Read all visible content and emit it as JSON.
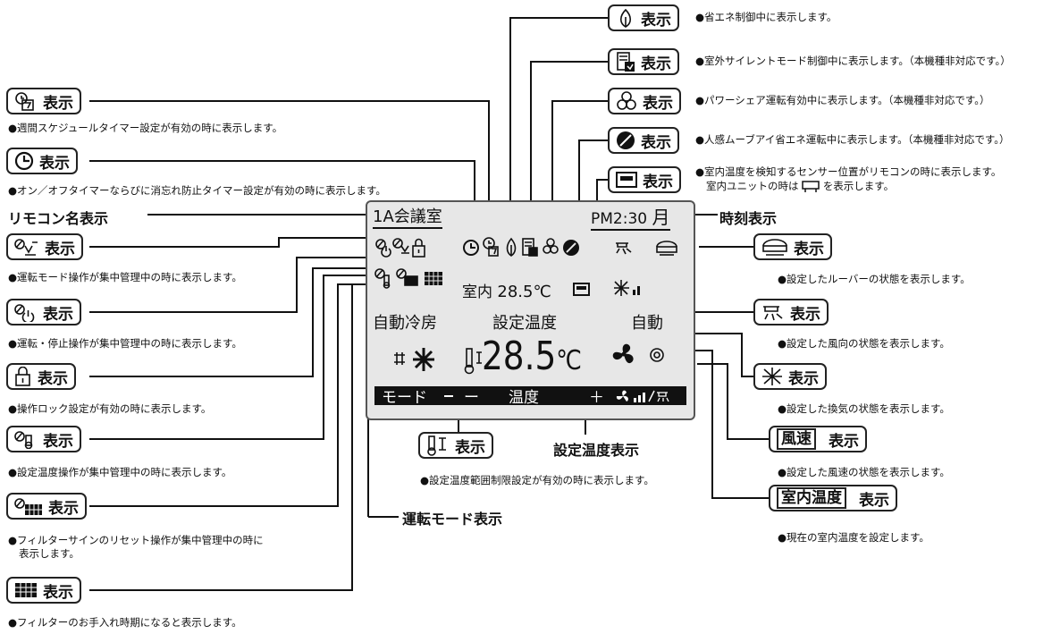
{
  "lcd": {
    "room_name": "1A会議室",
    "clock_time": "PM2:30",
    "clock_day": "月",
    "room_temp_label": "室内",
    "room_temp_value": "28.5℃",
    "mode_text": "自動冷房",
    "setpoint_label": "設定温度",
    "fan_speed_text": "自動",
    "setpoint_big": "28.5",
    "setpoint_unit": "℃",
    "softkey_mode": "モード",
    "softkey_minus": "ー",
    "softkey_temp": "温度",
    "softkey_plus": "＋"
  },
  "callouts": {
    "remocon_name": "リモコン名表示",
    "clock": "時刻表示",
    "setpoint_display": "設定温度表示",
    "run_mode_display": "運転モード表示"
  },
  "chips": {
    "display_word": "表示",
    "fanspeed_box": "風速",
    "roomtemp_box": "室内温度"
  },
  "descriptions": {
    "weekly": "●週間スケジュールタイマー設定が有効の時に表示します。",
    "timer": "●オン／オフタイマーならびに消忘れ防止タイマー設定が有効の時に表示します。",
    "mode_central": "●運転モード操作が集中管理中の時に表示します。",
    "onoff_central": "●運転・停止操作が集中管理中の時に表示します。",
    "lock": "●操作ロック設定が有効の時に表示します。",
    "setpoint_central": "●設定温度操作が集中管理中の時に表示します。",
    "filter_reset_1": "●フィルターサインのリセット操作が集中管理中の時に",
    "filter_reset_2": "表示します。",
    "filter": "●フィルターのお手入れ時期になると表示します。",
    "eco": "●省エネ制御中に表示します。",
    "silent": "●室外サイレントモード制御中に表示します。（本機種非対応です。）",
    "share": "●パワーシェア運転有効中に表示します。（本機種非対応です。）",
    "motion": "●人感ムーブアイ省エネ運転中に表示します。（本機種非対応です。）",
    "sensor_1": "●室内温度を検知するセンサー位置がリモコンの時に表示します。",
    "sensor_2a": "室内ユニットの時は",
    "sensor_2b": "を表示します。",
    "louver": "●設定したルーバーの状態を表示します。",
    "airflow": "●設定した風向の状態を表示します。",
    "vent": "●設定した換気の状態を表示します。",
    "fanspeed": "●設定した風速の状態を表示します。",
    "roomtemp": "●現在の室内温度を設定します。",
    "range_limit": "●設定温度範囲制限設定が有効の時に表示します。"
  },
  "icons": [
    "weekly-schedule-icon",
    "clock-icon",
    "centralized-mode-icon",
    "centralized-onoff-icon",
    "lock-icon",
    "centralized-setpoint-icon",
    "centralized-filter-icon",
    "filter-icon",
    "eco-leaf-icon",
    "silent-mode-icon",
    "power-share-icon",
    "motion-eco-icon",
    "remote-sensor-icon",
    "indoor-sensor-icon",
    "louver-icon",
    "airflow-direction-icon",
    "ventilation-icon",
    "fan-icon",
    "swing-icon",
    "snowflake-icon",
    "thermometer-limit-icon"
  ]
}
